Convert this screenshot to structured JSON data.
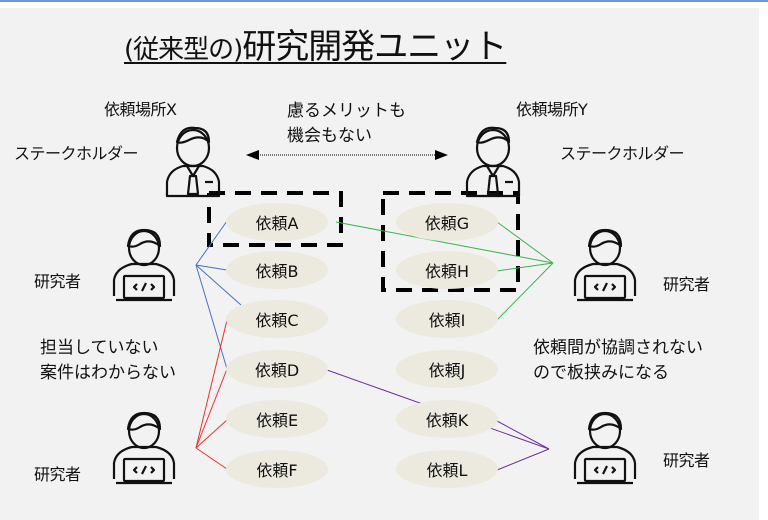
{
  "title": {
    "prefix": "(従来型の)",
    "main": "研究開発ユニット"
  },
  "stakeholders": [
    {
      "place": "依頼場所X",
      "role": "ステークホルダー"
    },
    {
      "place": "依頼場所Y",
      "role": "ステークホルダー"
    }
  ],
  "stakeholder_note": {
    "line1": "慮るメリットも",
    "line2": "機会もない"
  },
  "researchers": [
    "研究者",
    "研究者",
    "研究者",
    "研究者"
  ],
  "issues": {
    "left": {
      "line1": "担当していない",
      "line2": "案件はわからない"
    },
    "right": {
      "line1": "依頼間が協調されない",
      "line2": "ので板挟みになる"
    }
  },
  "requests": {
    "left": [
      "依頼A",
      "依頼B",
      "依頼C",
      "依頼D",
      "依頼E",
      "依頼F"
    ],
    "right": [
      "依頼G",
      "依頼H",
      "依頼I",
      "依頼J",
      "依頼K",
      "依頼L"
    ]
  },
  "connections": [
    {
      "researcher": "top-left",
      "color": "#4472c4",
      "requests": [
        "依頼A",
        "依頼B",
        "依頼C",
        "依頼D"
      ]
    },
    {
      "researcher": "bottom-left",
      "color": "#e8322f",
      "requests": [
        "依頼C",
        "依頼D",
        "依頼E",
        "依頼F"
      ]
    },
    {
      "researcher": "top-right",
      "color": "#3bb54a",
      "requests": [
        "依頼A",
        "依頼G",
        "依頼H",
        "依頼I"
      ]
    },
    {
      "researcher": "bottom-right",
      "color": "#7030a0",
      "requests": [
        "依頼D",
        "依頼K",
        "依頼L"
      ]
    }
  ],
  "icons": {
    "stakeholder": "businessman-icon",
    "researcher": "developer-laptop-icon"
  }
}
